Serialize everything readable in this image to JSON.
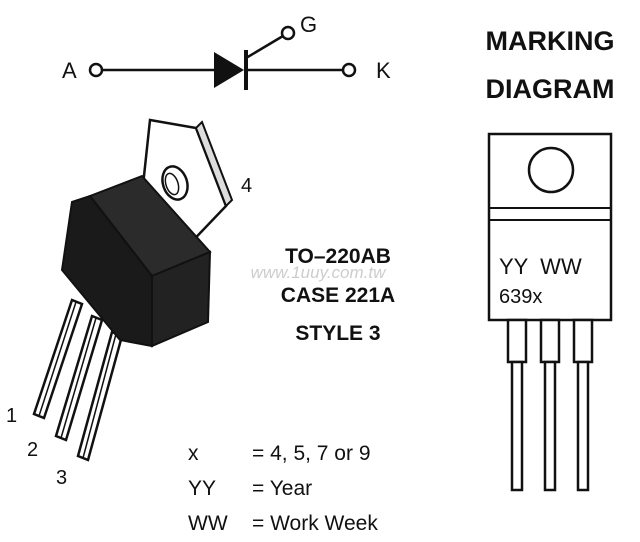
{
  "symbol": {
    "anode_label": "A",
    "cathode_label": "K",
    "gate_label": "G"
  },
  "marking_diagram": {
    "title_line1": "MARKING",
    "title_line2": "DIAGRAM",
    "line1": "YY  WW",
    "line2": "639x"
  },
  "package": {
    "name": "TO–220AB",
    "case": "CASE 221A",
    "style": "STYLE 3",
    "pin_labels": [
      "1",
      "2",
      "3",
      "4"
    ]
  },
  "watermark": "www.1uuy.com.tw",
  "legend": [
    {
      "key": "x",
      "value": "= 4, 5, 7 or 9"
    },
    {
      "key": "YY",
      "value": "= Year"
    },
    {
      "key": "WW",
      "value": "= Work Week"
    }
  ],
  "colors": {
    "ink": "#111111",
    "body_dark": "#1a1a1a",
    "watermark": "#c8c8c8"
  }
}
